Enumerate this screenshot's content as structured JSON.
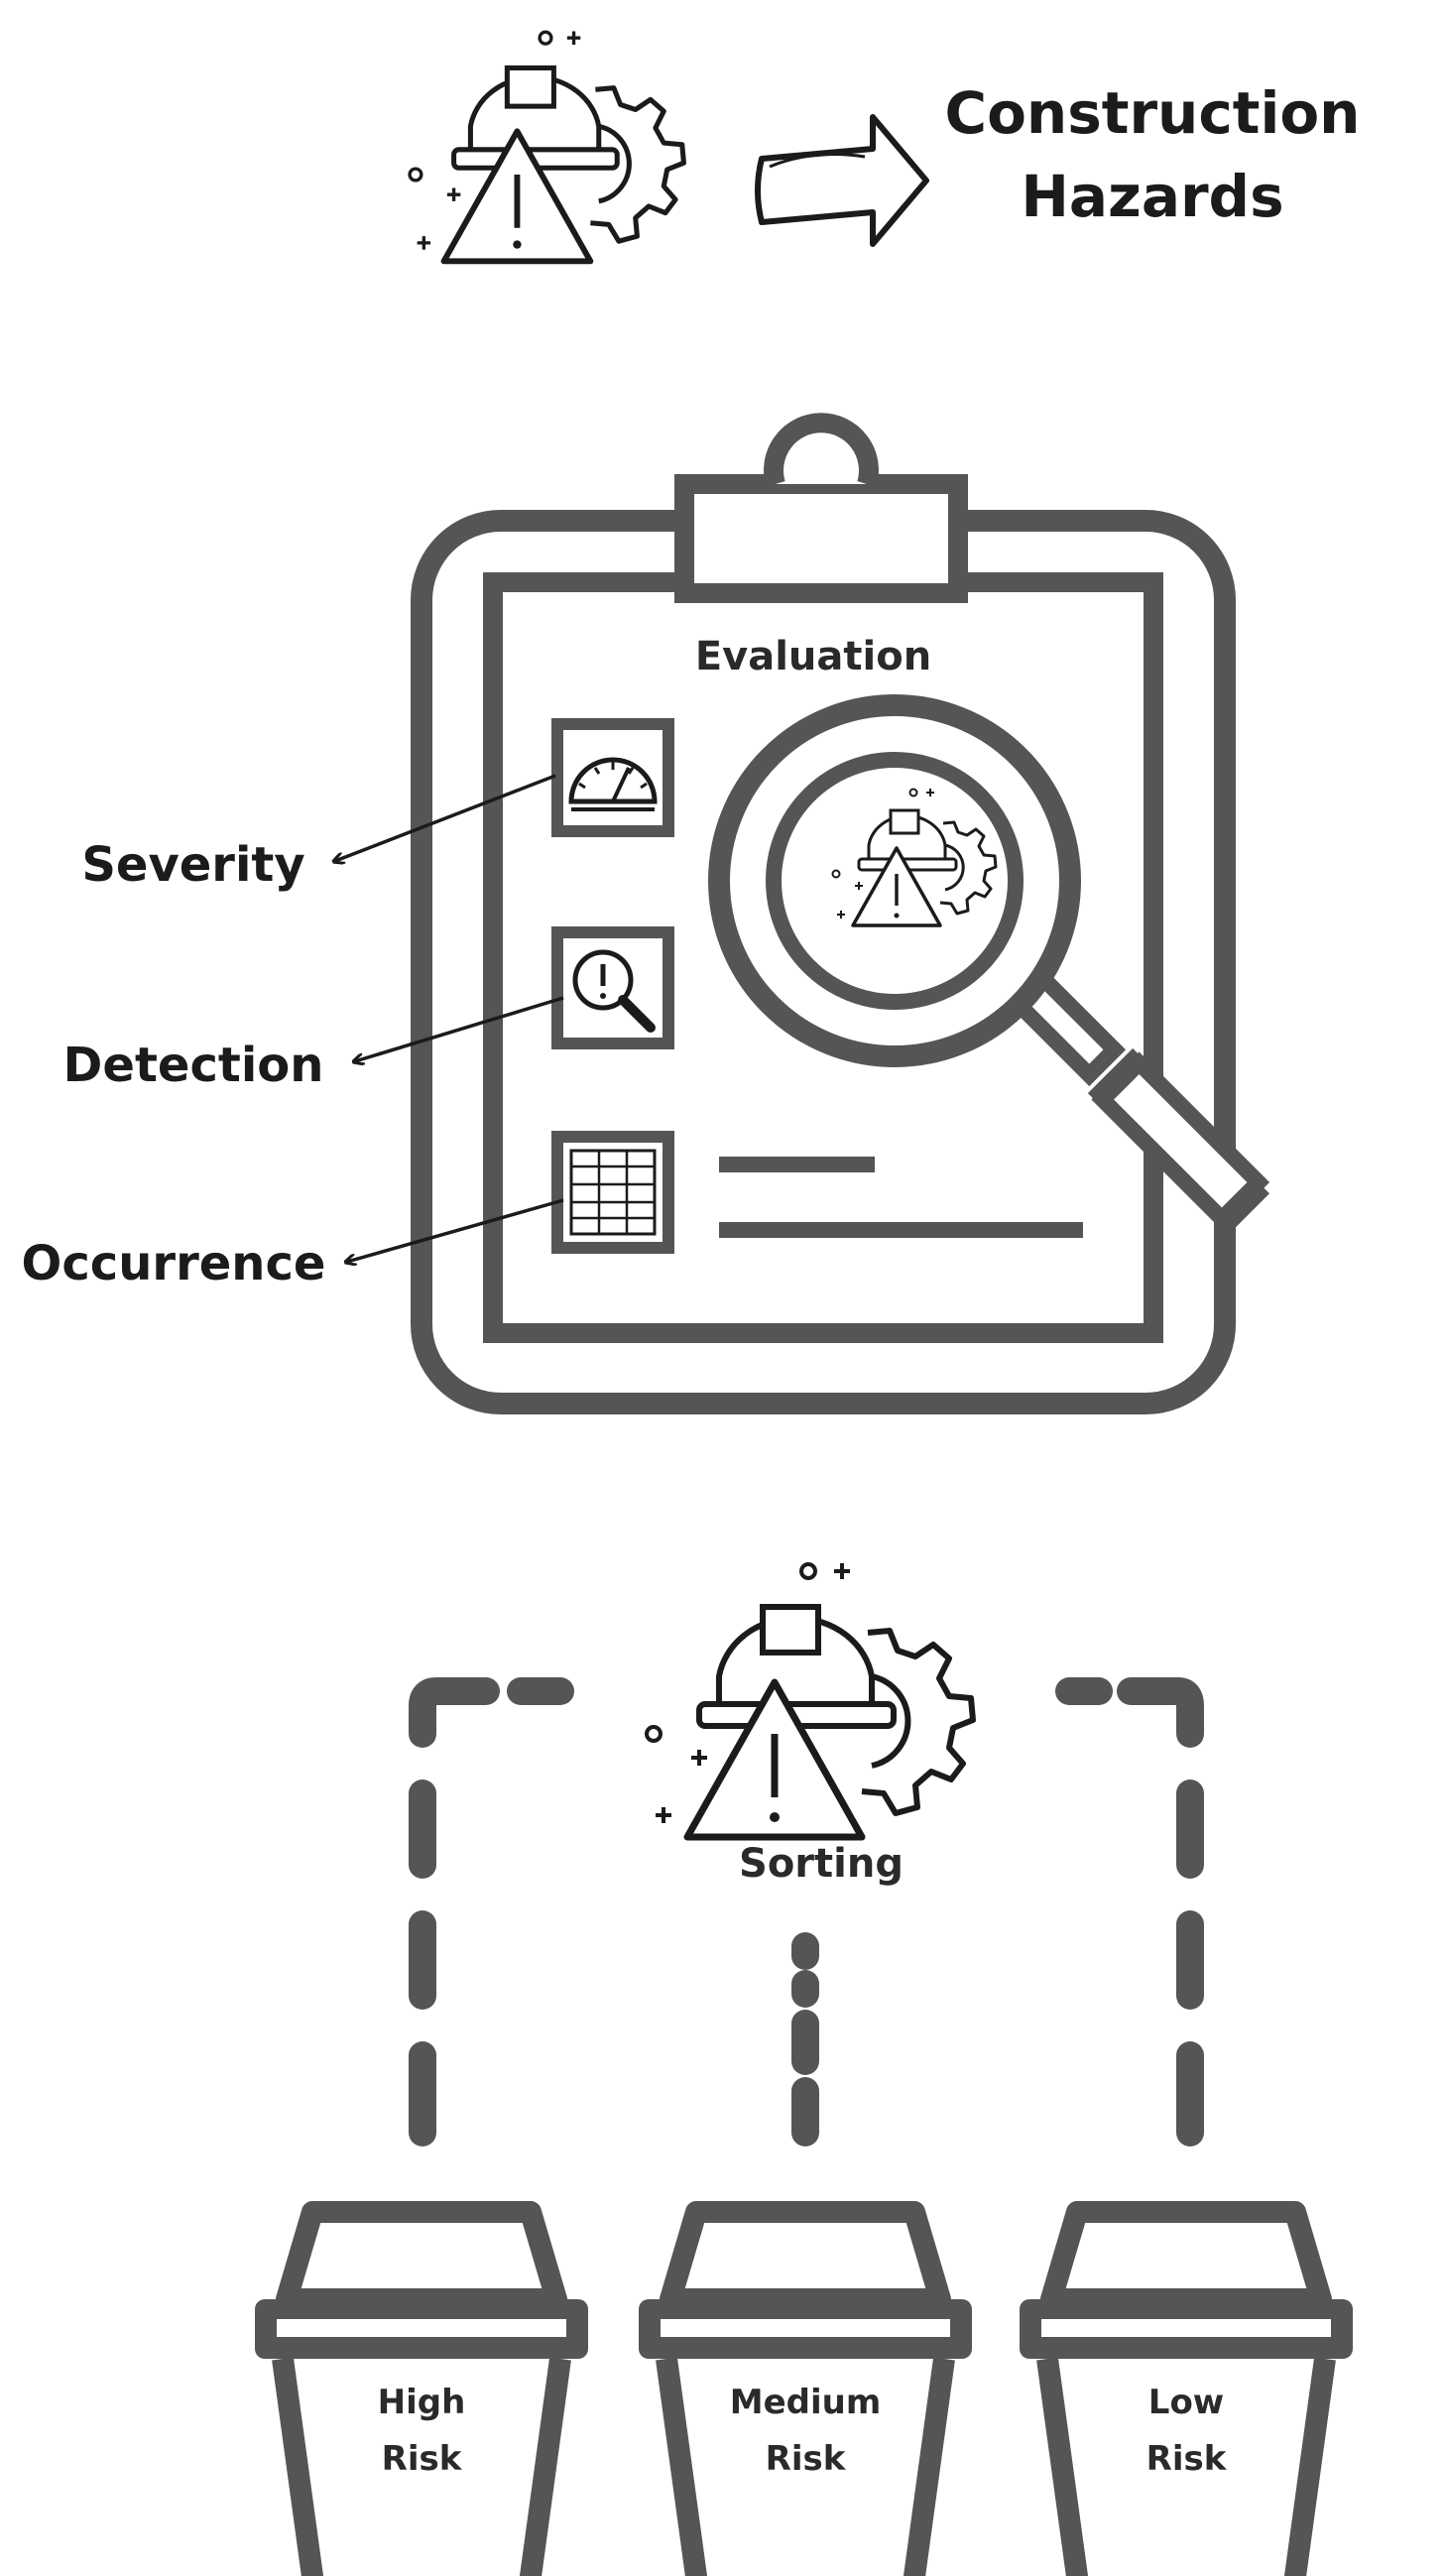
{
  "header": {
    "title_line1": "Construction",
    "title_line2": "Hazards"
  },
  "evaluation": {
    "title": "Evaluation",
    "criteria": [
      {
        "label": "Severity",
        "icon": "gauge-icon"
      },
      {
        "label": "Detection",
        "icon": "magnifier-alert-icon"
      },
      {
        "label": "Occurrence",
        "icon": "calendar-grid-icon"
      }
    ]
  },
  "sorting": {
    "title": "Sorting",
    "bins": [
      {
        "line1": "High",
        "line2": "Risk"
      },
      {
        "line1": "Medium",
        "line2": "Risk"
      },
      {
        "line1": "Low",
        "line2": "Risk"
      }
    ]
  },
  "colors": {
    "stroke": "#555555",
    "dark": "#1b1b1b",
    "background": "#ffffff"
  },
  "icons": [
    "hazard-icon",
    "arrow-icon",
    "clipboard-icon",
    "magnifier-icon",
    "bin-icon"
  ]
}
